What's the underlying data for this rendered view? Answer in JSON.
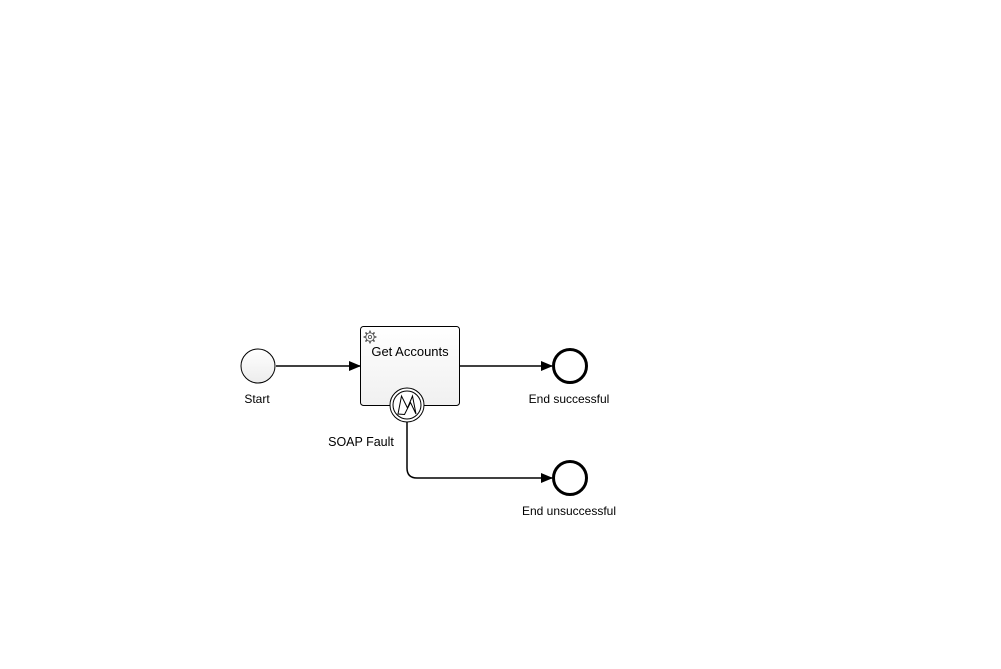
{
  "diagram": {
    "nodes": {
      "start": {
        "label": "Start"
      },
      "task": {
        "label": "Get Accounts",
        "icon": "gear-icon"
      },
      "boundary": {
        "label": "SOAP Fault",
        "icon": "error-icon"
      },
      "end_success": {
        "label": "End successful"
      },
      "end_fail": {
        "label": "End unsuccessful"
      }
    },
    "colors": {
      "stroke": "#000000",
      "task_fill_top": "#ffffff",
      "task_fill_bottom": "#f0f0f0",
      "event_fill": "#f6f6f6"
    }
  }
}
